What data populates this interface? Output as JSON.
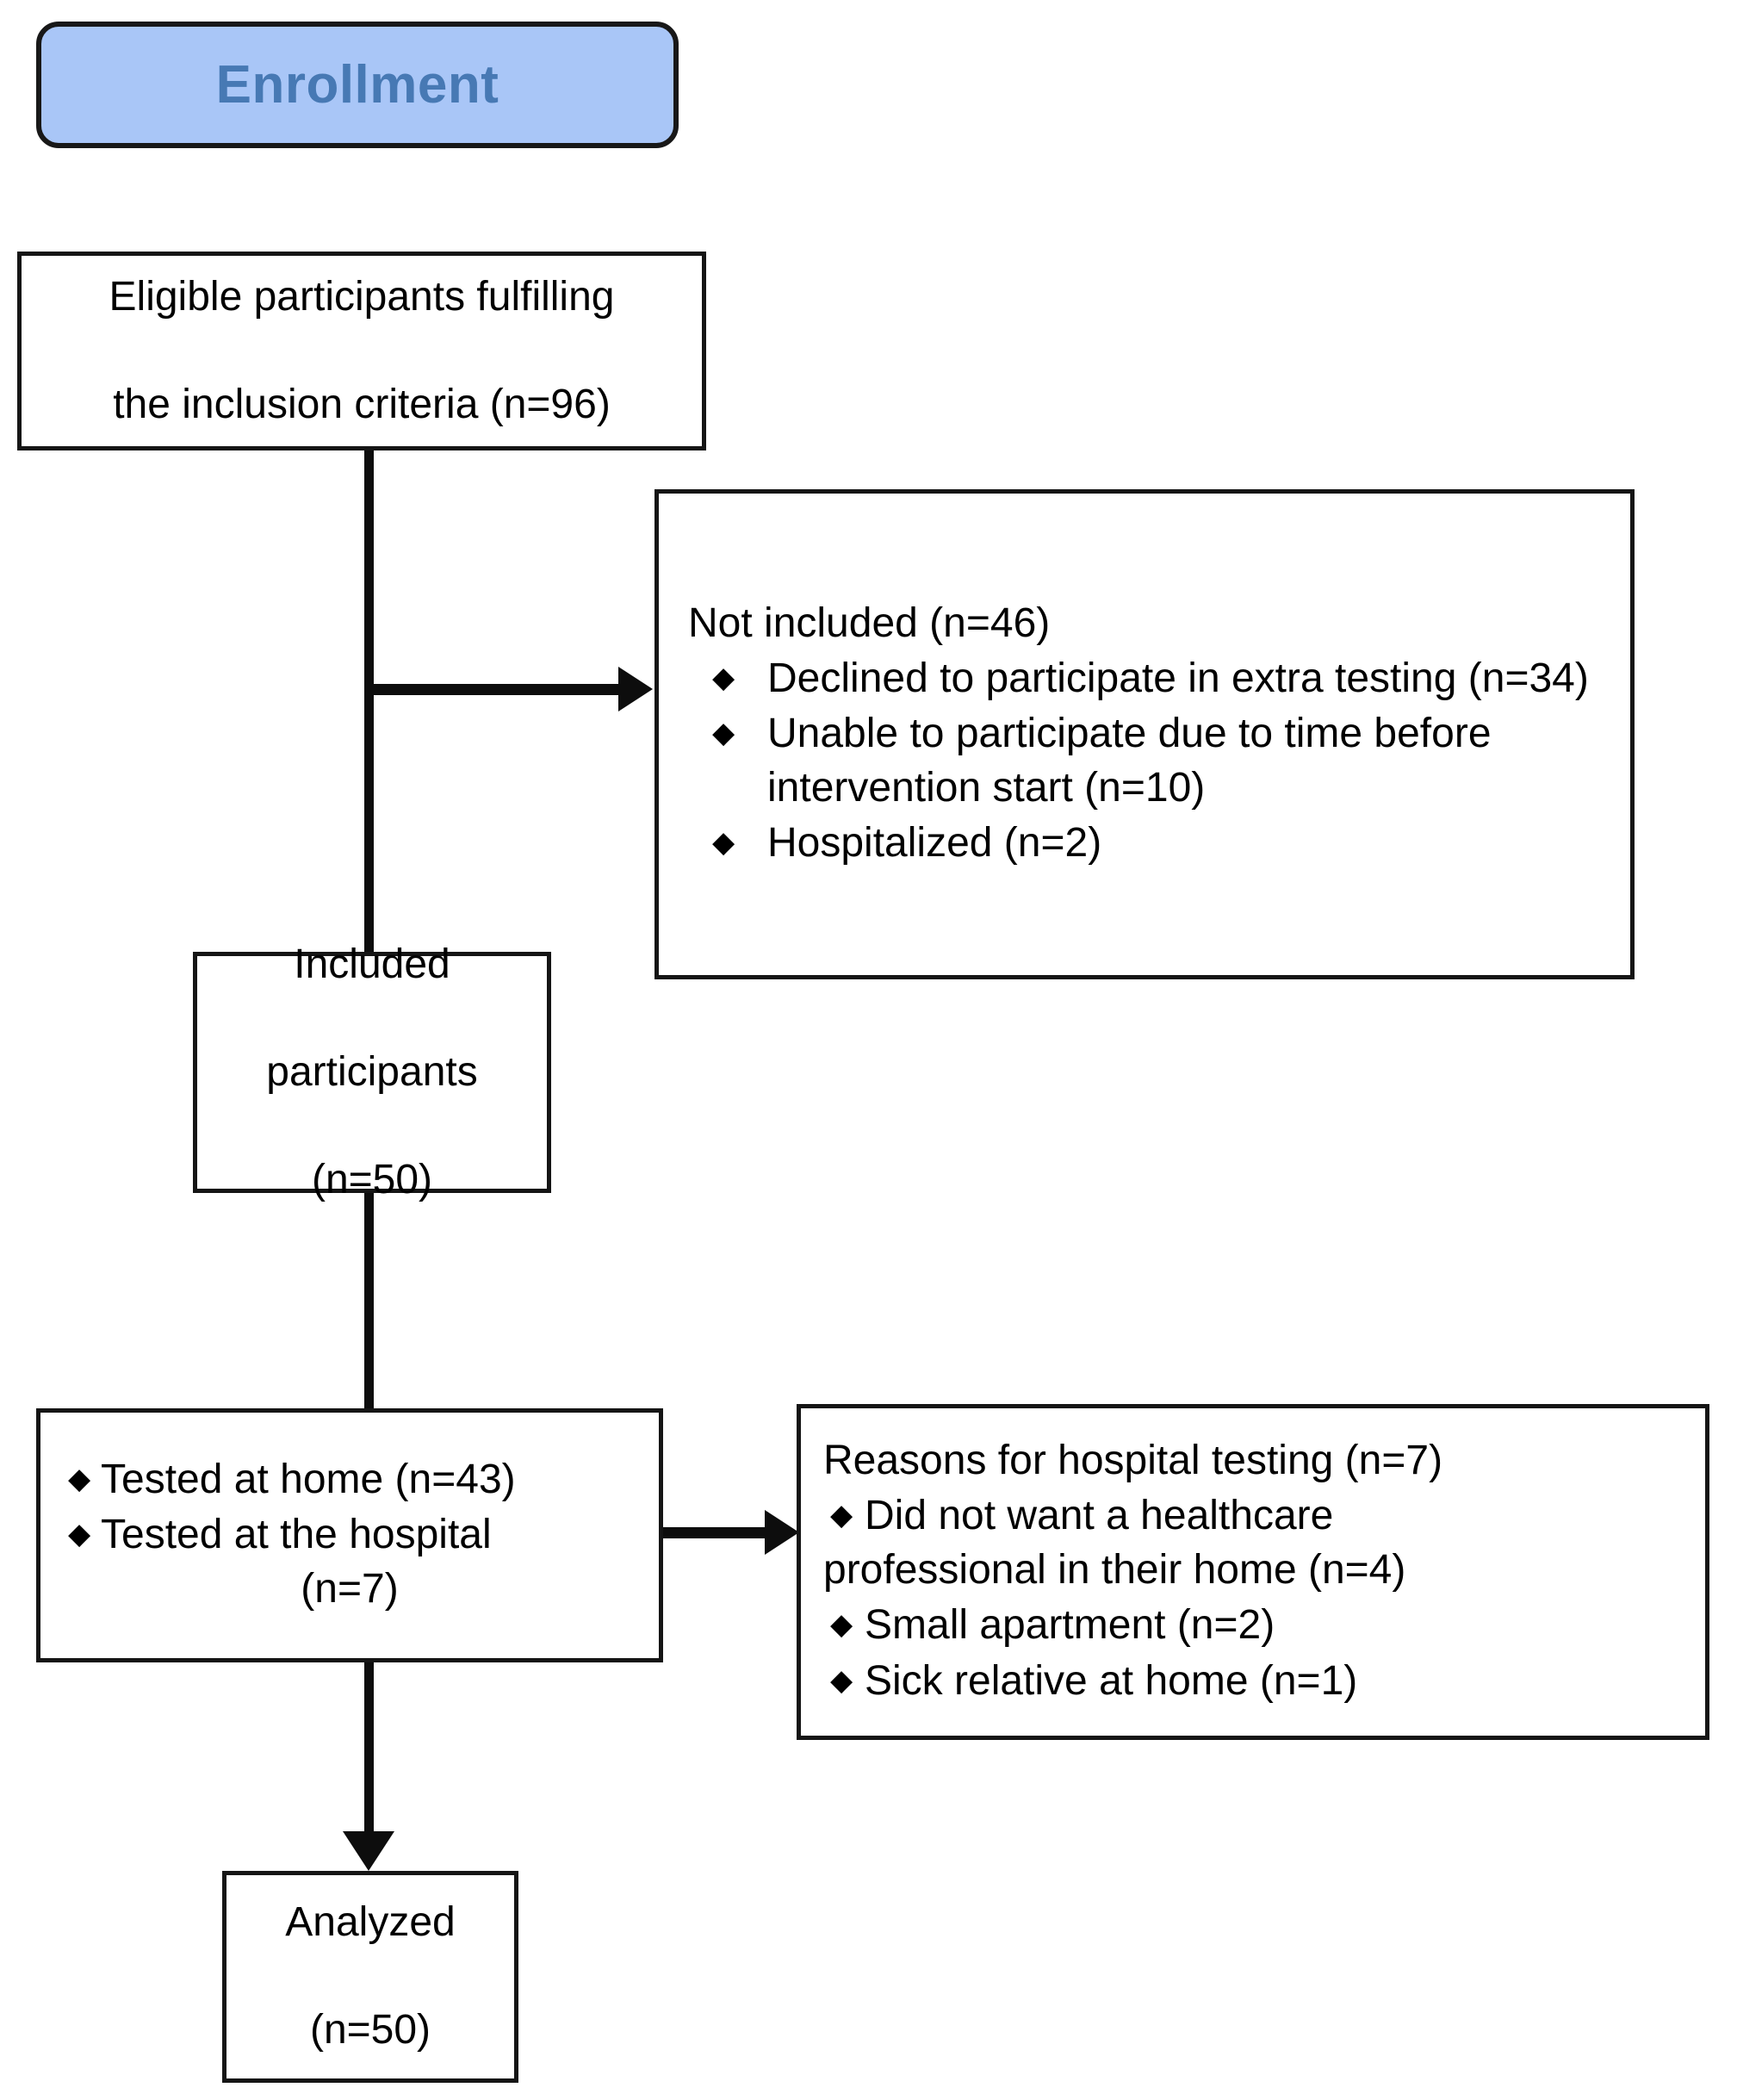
{
  "diagram": {
    "title": "CONSORT-style participant flow diagram",
    "colors": {
      "banner_fill": "#a9c6f7",
      "banner_text": "#4779b4",
      "box_border": "#151515",
      "box_fill": "#ffffff",
      "connector": "#0d0d0d"
    }
  },
  "banner": {
    "label": "Enrollment"
  },
  "nodes": {
    "eligible": {
      "line1": "Eligible participants fulfilling",
      "line2": "the inclusion criteria (n=96)",
      "n": 96
    },
    "not_included": {
      "heading": "Not included (n=46)",
      "n": 46,
      "items": [
        "Declined to participate in extra testing (n=34)",
        "Unable to participate due to time before intervention start (n=10)",
        "Hospitalized (n=2)"
      ],
      "item_counts": [
        34,
        10,
        2
      ]
    },
    "included": {
      "line1": "Included",
      "line2": "participants",
      "line3": "(n=50)",
      "n": 50
    },
    "tested": {
      "item1": "Tested at home (n=43)",
      "item2_line1": "Tested at the hospital",
      "item2_line2": "(n=7)",
      "home_n": 43,
      "hospital_n": 7
    },
    "reasons": {
      "heading": "Reasons for hospital testing (n=7)",
      "n": 7,
      "item1_line1": "Did not want a healthcare",
      "item1_line2": "professional in their home (n=4)",
      "item2": "Small apartment (n=2)",
      "item3": "Sick relative at home (n=1)",
      "item_counts": [
        4,
        2,
        1
      ]
    },
    "analyzed": {
      "line1": "Analyzed",
      "line2": "(n=50)",
      "n": 50
    }
  }
}
